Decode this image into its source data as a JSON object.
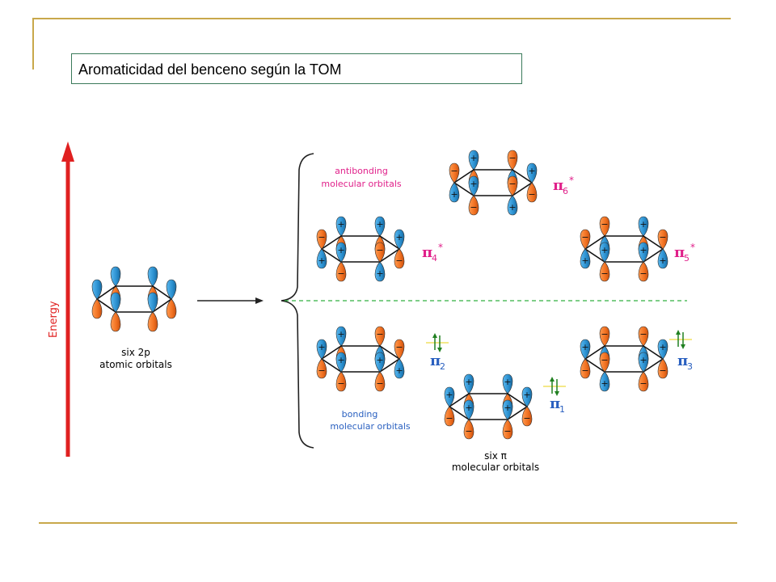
{
  "slide": {
    "title": "Aromaticidad del benceno según la TOM",
    "colors": {
      "frame": "#c8a84b",
      "lobe_orange": "#f07020",
      "lobe_blue": "#2a8fcf",
      "label_magenta": "#e0208a",
      "arrow_red": "#e02020",
      "divider_green": "#30b040",
      "electron_arrow_green": "#208020",
      "highlight_yellow": "#f0e060"
    }
  },
  "diagram": {
    "energy_label": "Energy",
    "atomic": {
      "line1": "six 2p",
      "line2": "atomic orbitals"
    },
    "antibonding": {
      "line1": "antibonding",
      "line2": "molecular orbitals"
    },
    "bonding": {
      "line1": "bonding",
      "line2": "molecular orbitals"
    },
    "six_pi": {
      "line1": "six π",
      "line2": "molecular orbitals"
    },
    "orbitals": [
      {
        "id": "pi6",
        "symbol": "π",
        "sub": "6",
        "star": "*",
        "occupied": false
      },
      {
        "id": "pi4",
        "symbol": "π",
        "sub": "4",
        "star": "*",
        "occupied": false
      },
      {
        "id": "pi5",
        "symbol": "π",
        "sub": "5",
        "star": "*",
        "occupied": false
      },
      {
        "id": "pi2",
        "symbol": "π",
        "sub": "2",
        "star": "",
        "occupied": true
      },
      {
        "id": "pi3",
        "symbol": "π",
        "sub": "3",
        "star": "",
        "occupied": true
      },
      {
        "id": "pi1",
        "symbol": "π",
        "sub": "1",
        "star": "",
        "occupied": true
      }
    ],
    "signs": {
      "plus": "+",
      "minus": "−"
    }
  }
}
